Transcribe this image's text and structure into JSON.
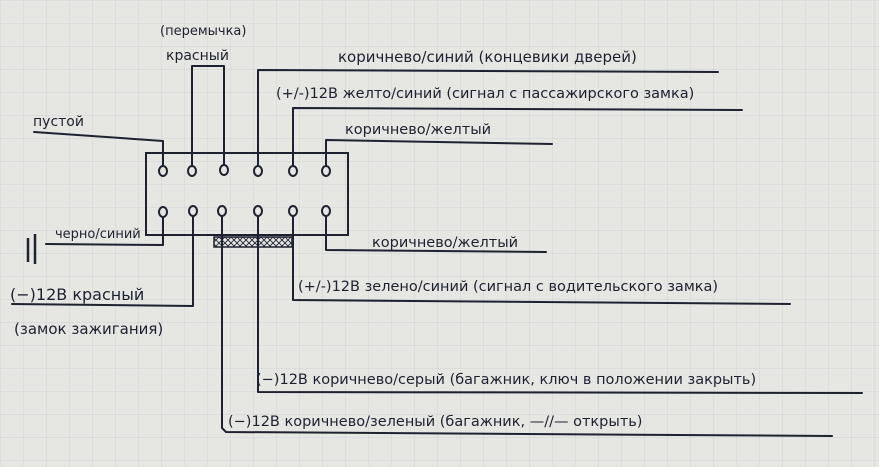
{
  "colors": {
    "paper": "#e6e6e3",
    "grid": "#c9ccd0",
    "ink": "#1e2230"
  },
  "labels": {
    "jumper_note": "(перемычка)",
    "red": "красный",
    "empty": "пустой",
    "brown_blue": "коричнево/синий (концевики дверей)",
    "plus12_yellow_blue": "(+/-)12В желто/синий (сигнал с пассажирского замка)",
    "brown_yellow_top": "коричнево/желтый",
    "black_blue": "черно/синий",
    "brown_yellow_bottom": "коричнево/желтый",
    "plus12_green_blue": "(+/-)12В зелено/синий (сигнал с водительского замка)",
    "minus12_red": "(−)12В красный",
    "ignition_lock": "(замок зажигания)",
    "minus12_brown_gray": "(−)12В коричнево/серый (багажник, ключ в положении закрыть)",
    "minus12_brown_green": "(−)12В коричнево/зеленый (багажник, —//— открыть)"
  }
}
